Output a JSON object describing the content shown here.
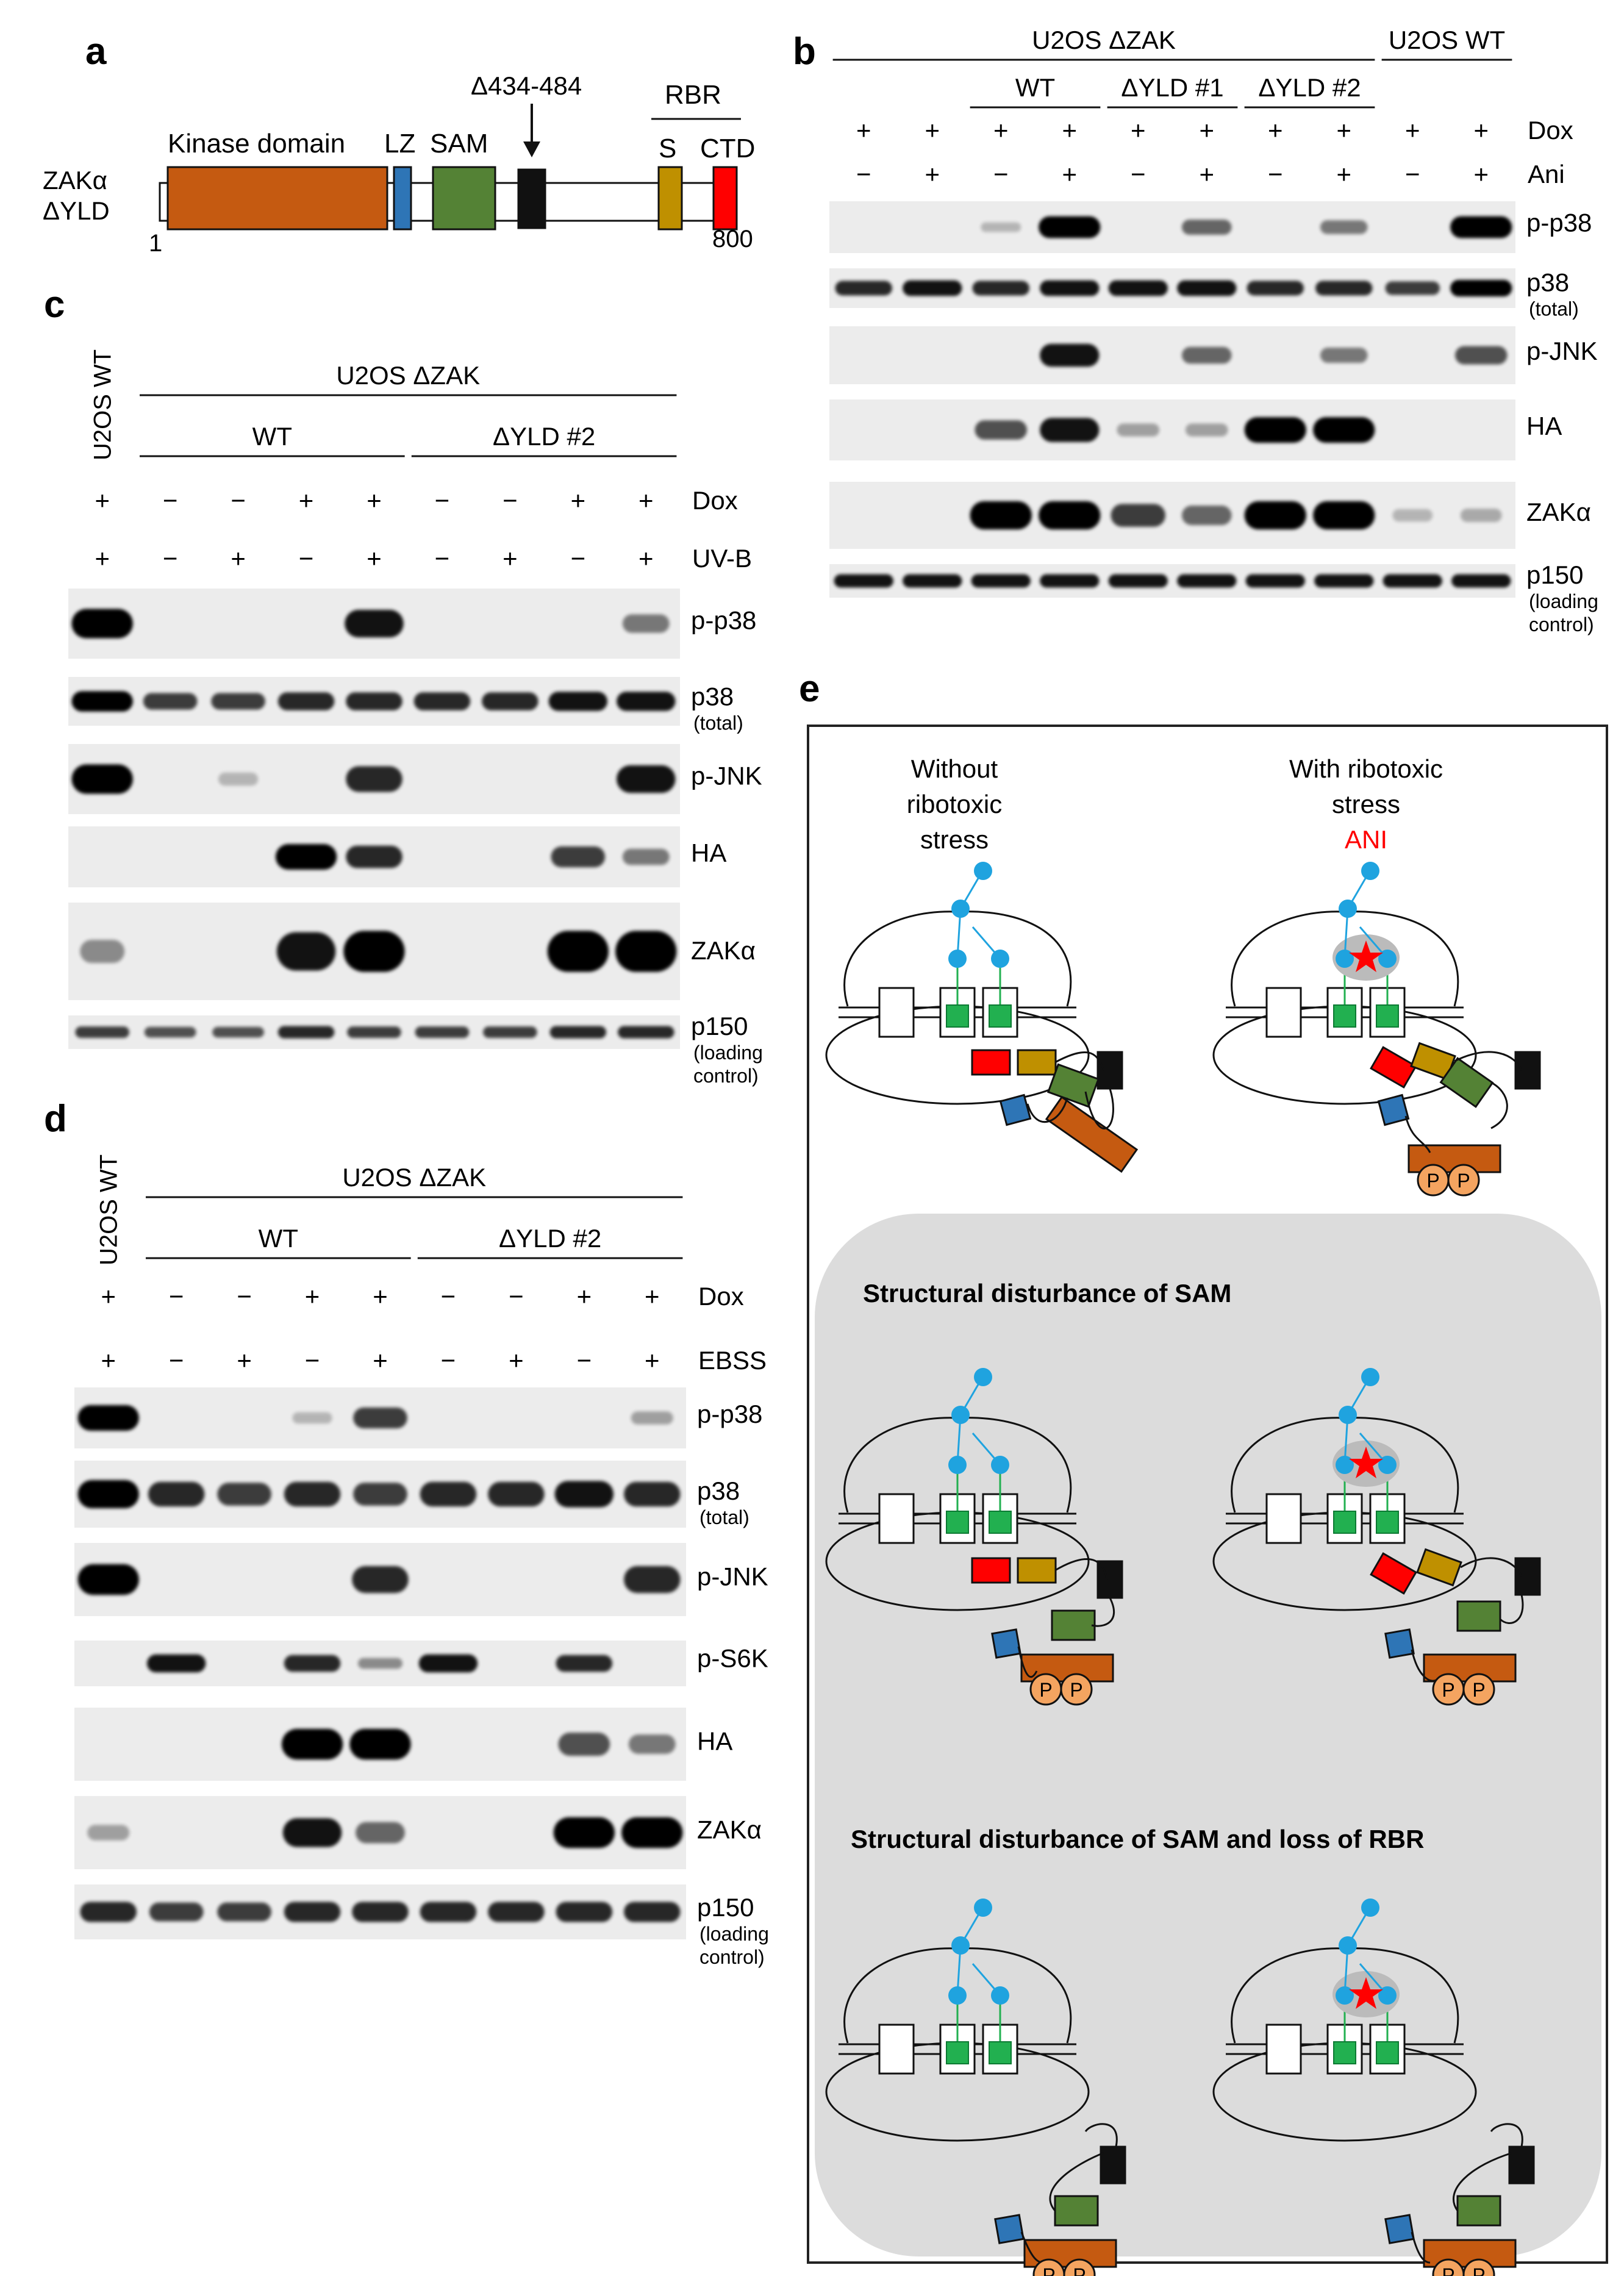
{
  "panels": {
    "a": "a",
    "b": "b",
    "c": "c",
    "d": "d",
    "e": "e"
  },
  "panel_a": {
    "row_label_1": "ZAKα",
    "row_label_2": "ΔYLD",
    "domains": [
      {
        "label": "Kinase domain",
        "color": "#c55a11"
      },
      {
        "label": "LZ",
        "color": "#2e75b6"
      },
      {
        "label": "SAM",
        "color": "#548235"
      },
      {
        "label": "",
        "color": "#111111"
      },
      {
        "label": "S",
        "color": "#bf9000"
      },
      {
        "label": "CTD",
        "color": "#ff0000"
      }
    ],
    "deletion_label": "Δ434-484",
    "rbr_label": "RBR",
    "start": "1",
    "end": "800"
  },
  "panel_b": {
    "group_main": "U2OS ΔZAK",
    "group_wt": "U2OS WT",
    "subgroups": [
      "WT",
      "ΔYLD #1",
      "ΔYLD #2"
    ],
    "dox": {
      "name": "Dox",
      "values": [
        "+",
        "+",
        "+",
        "+",
        "+",
        "+",
        "+",
        "+",
        "+",
        "+"
      ]
    },
    "ani": {
      "name": "Ani",
      "values": [
        "−",
        "+",
        "−",
        "+",
        "−",
        "+",
        "−",
        "+",
        "−",
        "+"
      ]
    },
    "blots": [
      {
        "label": "p-p38"
      },
      {
        "label": "p38",
        "sub": "(total)"
      },
      {
        "label": "p-JNK"
      },
      {
        "label": "HA"
      },
      {
        "label": "ZAKα"
      },
      {
        "label": "p150",
        "sub": "(loading",
        "sub2": "control)"
      }
    ],
    "bands": [
      [
        0,
        0,
        0.1,
        1,
        0,
        0.5,
        0,
        0.4,
        0,
        1
      ],
      [
        0.8,
        0.9,
        0.8,
        0.9,
        0.9,
        0.9,
        0.8,
        0.8,
        0.7,
        1
      ],
      [
        0,
        0,
        0,
        0.9,
        0,
        0.5,
        0,
        0.4,
        0,
        0.6
      ],
      [
        0,
        0,
        0.6,
        0.9,
        0.2,
        0.2,
        1,
        1,
        0,
        0
      ],
      [
        0,
        0,
        1,
        1,
        0.7,
        0.5,
        1,
        1,
        0.1,
        0.15
      ],
      [
        0.9,
        0.9,
        0.9,
        0.9,
        0.9,
        0.9,
        0.9,
        0.9,
        0.9,
        0.9
      ]
    ]
  },
  "panel_c": {
    "wt_vertical": "U2OS WT",
    "group_main": "U2OS ΔZAK",
    "subgroups": [
      "WT",
      "ΔYLD #2"
    ],
    "dox": {
      "name": "Dox",
      "values": [
        "+",
        "−",
        "−",
        "+",
        "+",
        "−",
        "−",
        "+",
        "+"
      ]
    },
    "treat": {
      "name": "UV-B",
      "values": [
        "+",
        "−",
        "+",
        "−",
        "+",
        "−",
        "+",
        "−",
        "+"
      ]
    },
    "blots": [
      {
        "label": "p-p38"
      },
      {
        "label": "p38",
        "sub": "(total)"
      },
      {
        "label": "p-JNK"
      },
      {
        "label": "HA"
      },
      {
        "label": "ZAKα"
      },
      {
        "label": "p150",
        "sub": "(loading",
        "sub2": "control)"
      }
    ],
    "bands": [
      [
        1,
        0,
        0,
        0,
        0.9,
        0,
        0,
        0,
        0.4
      ],
      [
        1,
        0.7,
        0.7,
        0.8,
        0.8,
        0.8,
        0.8,
        0.9,
        0.9
      ],
      [
        1,
        0,
        0.1,
        0,
        0.8,
        0,
        0,
        0,
        0.9
      ],
      [
        0,
        0,
        0,
        1,
        0.8,
        0,
        0,
        0.7,
        0.4
      ],
      [
        0.3,
        0,
        0,
        0.9,
        1,
        0,
        0,
        1,
        1
      ],
      [
        0.7,
        0.6,
        0.6,
        0.8,
        0.7,
        0.7,
        0.7,
        0.8,
        0.8
      ]
    ]
  },
  "panel_d": {
    "wt_vertical": "U2OS WT",
    "group_main": "U2OS ΔZAK",
    "subgroups": [
      "WT",
      "ΔYLD #2"
    ],
    "dox": {
      "name": "Dox",
      "values": [
        "+",
        "−",
        "−",
        "+",
        "+",
        "−",
        "−",
        "+",
        "+"
      ]
    },
    "treat": {
      "name": "EBSS",
      "values": [
        "+",
        "−",
        "+",
        "−",
        "+",
        "−",
        "+",
        "−",
        "+"
      ]
    },
    "blots": [
      {
        "label": "p-p38"
      },
      {
        "label": "p38",
        "sub": "(total)"
      },
      {
        "label": "p-JNK"
      },
      {
        "label": "p-S6K"
      },
      {
        "label": "HA"
      },
      {
        "label": "ZAKα"
      },
      {
        "label": "p150",
        "sub": "(loading",
        "sub2": "control)"
      }
    ],
    "bands": [
      [
        1,
        0,
        0,
        0.1,
        0.7,
        0,
        0,
        0,
        0.2
      ],
      [
        1,
        0.8,
        0.7,
        0.8,
        0.7,
        0.8,
        0.8,
        0.9,
        0.8
      ],
      [
        1,
        0,
        0,
        0,
        0.8,
        0,
        0,
        0,
        0.8
      ],
      [
        0,
        0.9,
        0,
        0.8,
        0.3,
        0.9,
        0,
        0.8,
        0
      ],
      [
        0,
        0,
        0,
        1,
        1,
        0,
        0,
        0.6,
        0.4
      ],
      [
        0.2,
        0,
        0,
        0.9,
        0.5,
        0,
        0,
        1,
        1
      ],
      [
        0.8,
        0.7,
        0.7,
        0.8,
        0.8,
        0.8,
        0.8,
        0.8,
        0.8
      ]
    ]
  },
  "panel_e": {
    "col1_title": [
      "Without",
      "ribotoxic",
      "stress"
    ],
    "col2_title": [
      "With ribotoxic",
      "stress"
    ],
    "col2_drug": "ANI",
    "section2_title": "Structural disturbance  of  SAM",
    "section3_title": "Structural disturbance  of  SAM and loss  of  RBR",
    "phospho": "P",
    "colors": {
      "kinase": "#c55a11",
      "lz": "#2e75b6",
      "sam": "#548235",
      "s": "#bf9000",
      "ctd": "#ff0000",
      "black": "#111111",
      "ribo_protein": "#22b050",
      "rna": "#1fa3df",
      "star": "#ff0000",
      "phos": "#f4a460",
      "shade": "#dcdcdc"
    }
  }
}
